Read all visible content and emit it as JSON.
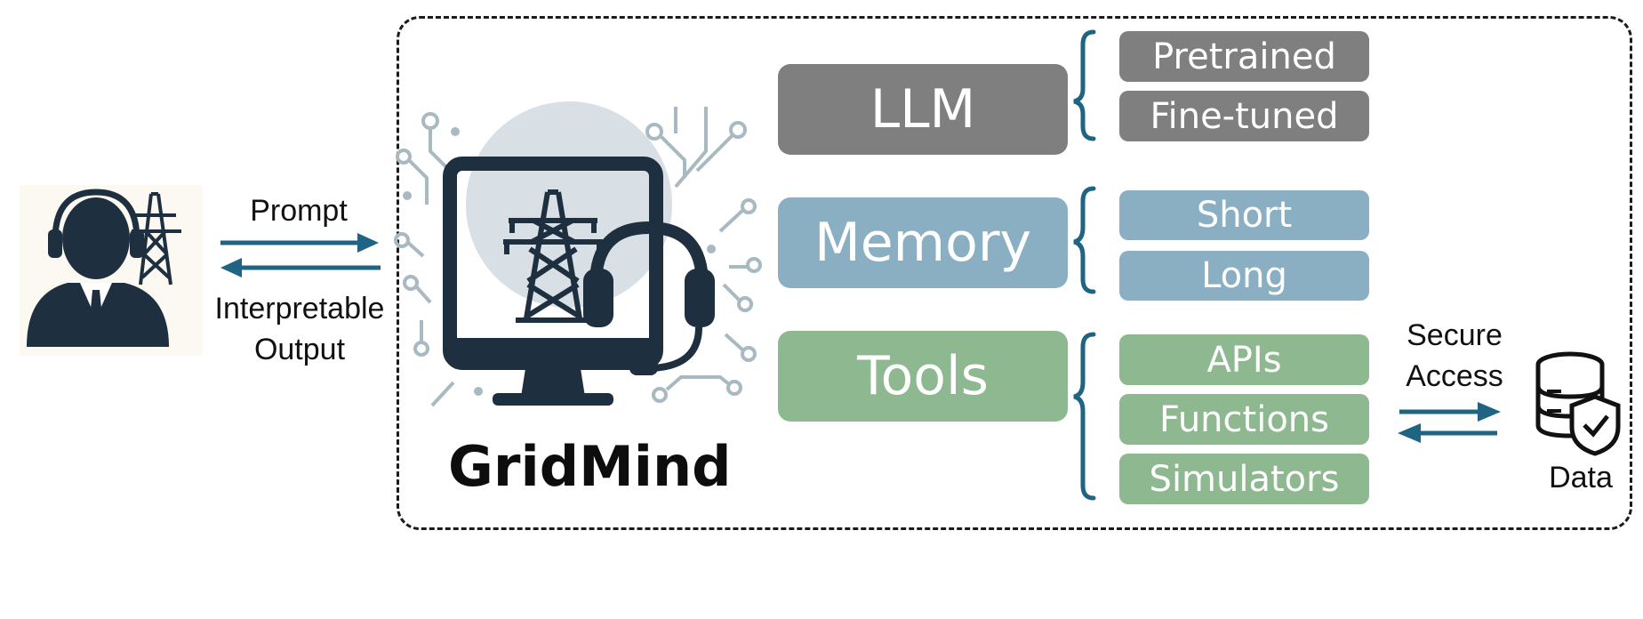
{
  "colors": {
    "llm": "#7f7f7f",
    "memory": "#8aafc3",
    "tools": "#8db890",
    "arrow": "#1f6583",
    "brace": "#1f6583",
    "icon_dark": "#1e2f3f"
  },
  "user": {
    "prompt_label": "Prompt",
    "output_label_line1": "Interpretable",
    "output_label_line2": "Output"
  },
  "system": {
    "title": "GridMind",
    "modules": [
      {
        "name": "LLM",
        "subs": [
          "Pretrained",
          "Fine-tuned"
        ]
      },
      {
        "name": "Memory",
        "subs": [
          "Short",
          "Long"
        ]
      },
      {
        "name": "Tools",
        "subs": [
          "APIs",
          "Functions",
          "Simulators"
        ]
      }
    ]
  },
  "data_access": {
    "label_line1": "Secure",
    "label_line2": "Access",
    "data_label": "Data"
  },
  "icons": [
    "operator-headset-icon",
    "transmission-tower-icon",
    "monitor-icon",
    "headset-icon",
    "database-shield-icon"
  ]
}
